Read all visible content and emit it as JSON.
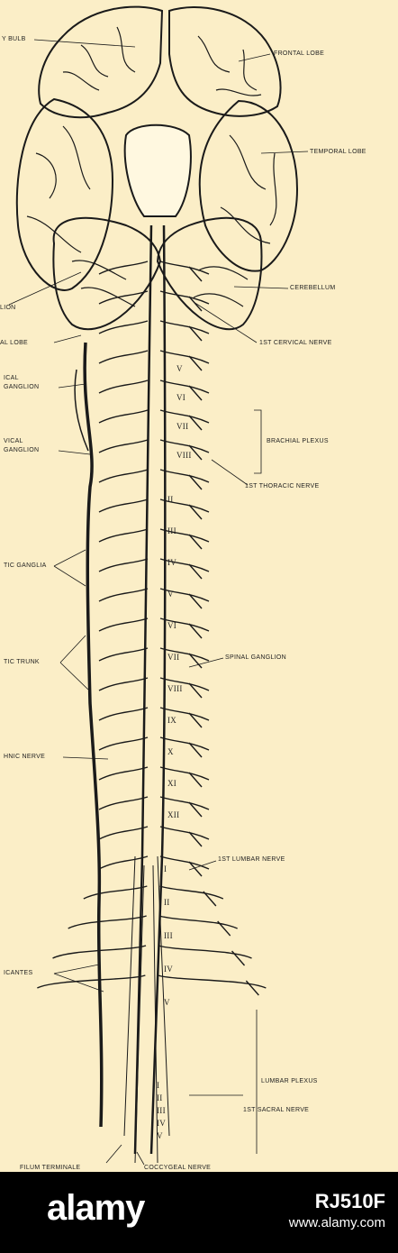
{
  "labels": {
    "olfactory_bulb": "Y BULB",
    "frontal_lobe": "FRONTAL LOBE",
    "temporal_lobe": "TEMPORAL LOBE",
    "cerebellum": "CEREBELLUM",
    "ganglion_left": "LION",
    "occipital_lobe": "AL LOBE",
    "first_cervical_nerve": "1ST CERVICAL NERVE",
    "sup_cervical_ganglion_1": "ICAL",
    "sup_cervical_ganglion_2": "GANGLION",
    "inf_cervical_ganglion_1": "VICAL",
    "inf_cervical_ganglion_2": "GANGLION",
    "brachial_plexus": "BRACHIAL PLEXUS",
    "first_thoracic_nerve": "1ST THORACIC NERVE",
    "sympathetic_ganglia": "TIC GANGLIA",
    "sympathetic_trunk": "TIC TRUNK",
    "spinal_ganglion": "SPINAL GANGLION",
    "splanchnic_nerve": "HNIC NERVE",
    "first_lumbar_nerve": "1ST LUMBAR NERVE",
    "rami_communicantes": "ICANTES",
    "lumbar_plexus": "LUMBAR PLEXUS",
    "first_sacral_nerve": "1ST SACRAL NERVE",
    "filum_terminale": "FILUM TERMINALE",
    "coccygeal_nerve": "COCCYGEAL NERVE"
  },
  "numerals": {
    "cervical": [
      "V",
      "VI",
      "VII",
      "VIII"
    ],
    "thoracic": [
      "II",
      "III",
      "IV",
      "V",
      "VI",
      "VII",
      "VIII",
      "IX",
      "X",
      "XI",
      "XII"
    ],
    "lumbar": [
      "I",
      "II",
      "III",
      "IV",
      "V"
    ],
    "sacral": [
      "I",
      "II",
      "III",
      "IV",
      "V"
    ]
  },
  "watermark": {
    "logo": "alamy",
    "image_id": "RJ510F",
    "site": "www.alamy.com"
  }
}
